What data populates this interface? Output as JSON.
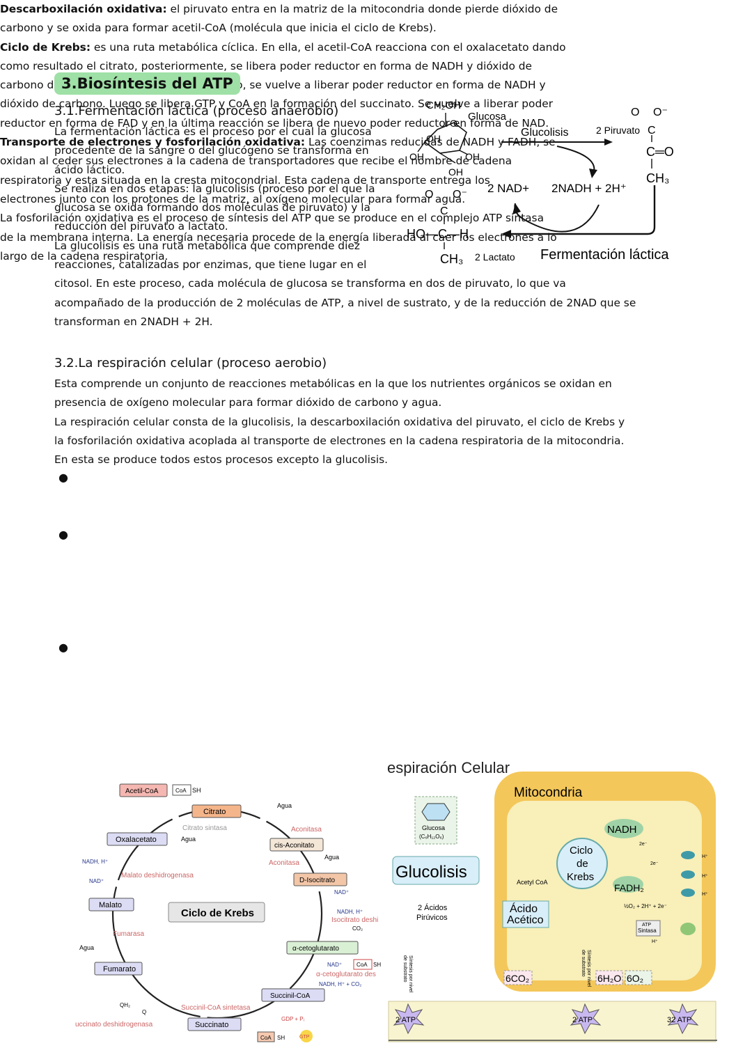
{
  "section_title": "3.Biosíntesis del ATP",
  "s1": {
    "heading": "3.1.Fermentación láctica (proceso anaerobio)",
    "lines": [
      "La fermentación láctica es el proceso por el cual la glucosa",
      "procedente de la sangre o del glucógeno se transforma en",
      "ácido láctico.",
      "Se realiza en dos etapas: la glucolisis (proceso por el que la",
      "glucosa se oxida formando dos moléculas de piruvato) y la",
      "reducción del piruvato a lactato.",
      "La glucolisis es una ruta metabólica que comprende diez",
      "reacciones, catalizadas por enzimas, que tiene lugar en el",
      "citosol. En este proceso, cada molécula de glucosa se transforma en dos de piruvato, lo que va",
      "acompañado de la producción de 2 moléculas de ATP, a nivel de sustrato, y de la reducción de 2NAD que se",
      "transforman en 2NADH + 2H."
    ]
  },
  "ferm_diagram": {
    "ch2oh": "CH₂OH",
    "glucosa": "Glucosa",
    "oh": "OH",
    "glucolisis": "Glucolisis",
    "piruvato": "2 Piruvato",
    "c": "C",
    "o": "O",
    "ominus": "O⁻",
    "co": "C═O",
    "ch3": "CH₃",
    "nad": "2 NAD+",
    "nadh": "2NADH + 2H⁺",
    "hoch": "HO—C—H",
    "lactato": "2 Lactato",
    "caption": "Fermentación láctica"
  },
  "s2": {
    "heading": "3.2.La respiración celular (proceso aerobio)",
    "lines": [
      "Esta comprende un conjunto de reacciones metabólicas en la que los nutrientes orgánicos se oxidan en",
      "presencia de oxígeno molecular para formar dióxido de carbono y agua.",
      "La respiración celular consta de la glucolisis, la descarboxilación oxidativa del piruvato, el ciclo de Krebs y",
      "la fosforilación oxidativa acoplada al transporte de electrones en la cadena respiratoria de la mitocondria.",
      "En esta se produce todos estos procesos excepto la glucolisis."
    ],
    "bullets": [
      {
        "term": "Descarboxilación oxidativa:",
        "first": " el piruvato entra en la matriz de la mitocondria donde pierde dióxido de",
        "rest": [
          "carbono y se oxida para formar acetil-CoA (molécula que inicia el ciclo de Krebs)."
        ]
      },
      {
        "term": "Ciclo de Krebs:",
        "first": " es una ruta metabólica cíclica. En ella, el acetil-CoA reacciona con el oxalacetato dando",
        "rest": [
          "como resultado el citrato, posteriormente, se libera poder reductor en forma de NADH y dióxido de",
          "carbono dando como resultado cetoglutarato, se vuelve a liberar poder reductor en forma de NADH y",
          "dióxido de carbono. Luego se libera GTP y CoA en la formación del succinato. Se vuelve a liberar poder",
          "reductor en forma de FAD y en la última reacción se libera de nuevo poder reductor en forma de NAD."
        ]
      },
      {
        "term": "Transporte de electrones y fosforilación oxidativa:",
        "first": " Las coenzimas reducidas de NADH y FADH, se",
        "rest": [
          "oxidan al ceder sus electrones a la cadena de transportadores que recibe el nombre de cadena",
          "respiratoria y esta situada en la cresta mitocondrial. Esta cadena de transporte entrega los",
          "electrones junto con los protones de la matriz, al oxígeno molecular para formar agua.",
          "La fosforilación oxidativa es el proceso de síntesis del ATP que se produce en el complejo ATP sintasa",
          "de la membrana interna. La energía necesaria procede de la energía liberada al caer los electrones a lo",
          "largo de la cadena respiratoria."
        ]
      }
    ]
  },
  "krebs": {
    "center": "Ciclo de Krebs",
    "acetil": "Acetil-CoA",
    "coa": "CoA",
    "sh": "SH",
    "citrato": "Citrato",
    "citrato_sintasa": "Citrato sintasa",
    "agua": "Agua",
    "oxalacetato": "Oxalacetato",
    "aconitasa": "Aconitasa",
    "cis": "cis-Aconitato",
    "nadh_h": "NADH, H⁺",
    "nad": "NAD⁺",
    "malato_desh": "Malato deshidrogenasa",
    "disocitrato": "D-Isocitrato",
    "malato": "Malato",
    "isocitrato_desh": "Isocitrato deshi",
    "co2": "CO₂",
    "fumarasa": "Fumarasa",
    "cetoglutarato": "α-cetoglutarato",
    "fumarato": "Fumarato",
    "cetoglut_desh": "α-cetoglutarato des",
    "nadh_co2": "NADH, H⁺ + CO₂",
    "qh2": "QH₂",
    "q": "Q",
    "succinilcoa": "Succinil-CoA",
    "succinil_sint": "Succinil-CoA sintetasa",
    "succinato": "Succinato",
    "succ_desh": "uccinato deshidrogenasa",
    "gdp": "GDP + Pᵢ",
    "gtp": "GTP"
  },
  "resp": {
    "top_title": "espiración Celular",
    "mito": "Mitocondria",
    "glucosa": "Glucosa",
    "formula": "(C₆H₁₂O₆)",
    "glucolisis": "Glucolisis",
    "acidos": "2 Ácidos",
    "piruvicos": "Pirúvicos",
    "acetyl": "Acetyl CoA",
    "acido": "Ácido",
    "acetico": "Acético",
    "ciclo1": "Ciclo",
    "ciclo2": "de",
    "ciclo3": "Krebs",
    "nadh": "NADH",
    "fadh": "FADH₂",
    "e2": "2e⁻",
    "hplus": "H⁺",
    "o2eq": "½O₂ + 2H⁺ + 2e⁻",
    "atp": "ATP",
    "sintasa": "Sintasa",
    "co2": "6CO₂",
    "h2o": "6H₂O",
    "o2": "6O₂",
    "sintesis1": "Síntesis por nivel",
    "sintesis2": "de substrato",
    "atp2a": "2 ATP",
    "atp2b": "2 ATP",
    "atp32": "32 ATP"
  }
}
